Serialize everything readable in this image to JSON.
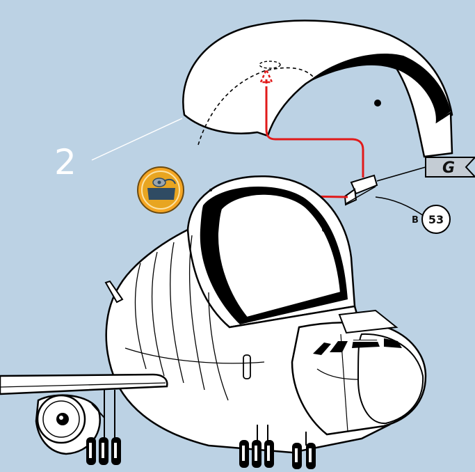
{
  "step": {
    "number": "2"
  },
  "callouts": {
    "paint_code": "G",
    "part_sprue": "B",
    "part_number": "53"
  },
  "icons": {
    "glue_tube": "glue-tube-icon"
  },
  "colors": {
    "background": "#bcd2e4",
    "arrow": "#e11a1a",
    "icon_ring": "#f5a623",
    "icon_inner": "#e8a521",
    "paint_flag": "#c4ccd4"
  }
}
